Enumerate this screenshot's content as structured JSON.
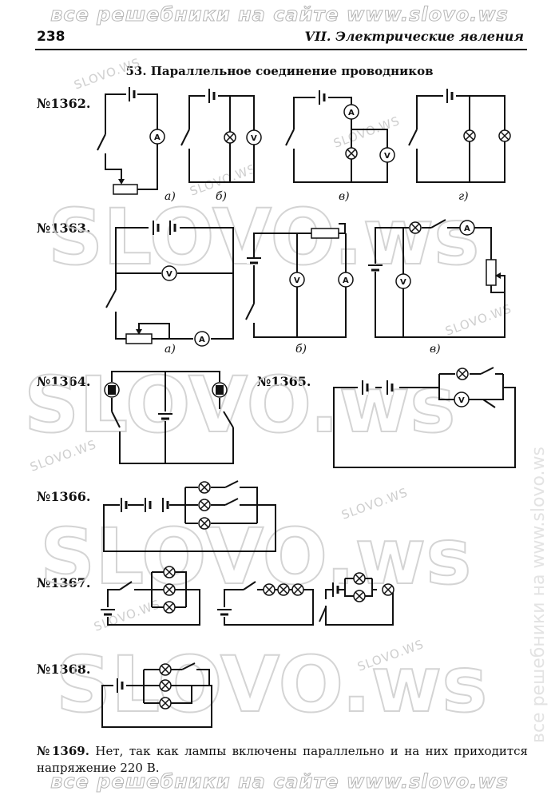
{
  "watermark": {
    "top_banner": "все решебники на сайте www.slovo.ws",
    "bottom_banner": "все решебники на сайте www.slovo.ws",
    "small": "SLOVO.WS",
    "big": "SLOVO.ws",
    "big_lower": "slovo.ws",
    "side": "все решебники на www.slovo.ws"
  },
  "header": {
    "page_number": "238",
    "running_head": "VII. Электрические явления"
  },
  "section_title": "53. Параллельное соединение проводников",
  "problems": {
    "p1362": {
      "number": "№1362.",
      "captions": [
        "а)",
        "б)",
        "в)",
        "г)"
      ]
    },
    "p1363": {
      "number": "№1363.",
      "captions": [
        "а)",
        "б)",
        "в)"
      ]
    },
    "p1364": {
      "number": "№1364."
    },
    "p1365": {
      "number": "№1365."
    },
    "p1366": {
      "number": "№1366."
    },
    "p1367": {
      "number": "№1367."
    },
    "p1368": {
      "number": "№1368."
    },
    "p1369": {
      "number": "№1369.",
      "text": "Нет, так как лампы включены параллельно и на них приходится напряжение 220 В."
    }
  },
  "meter_labels": {
    "ammeter": "A",
    "voltmeter": "V"
  }
}
